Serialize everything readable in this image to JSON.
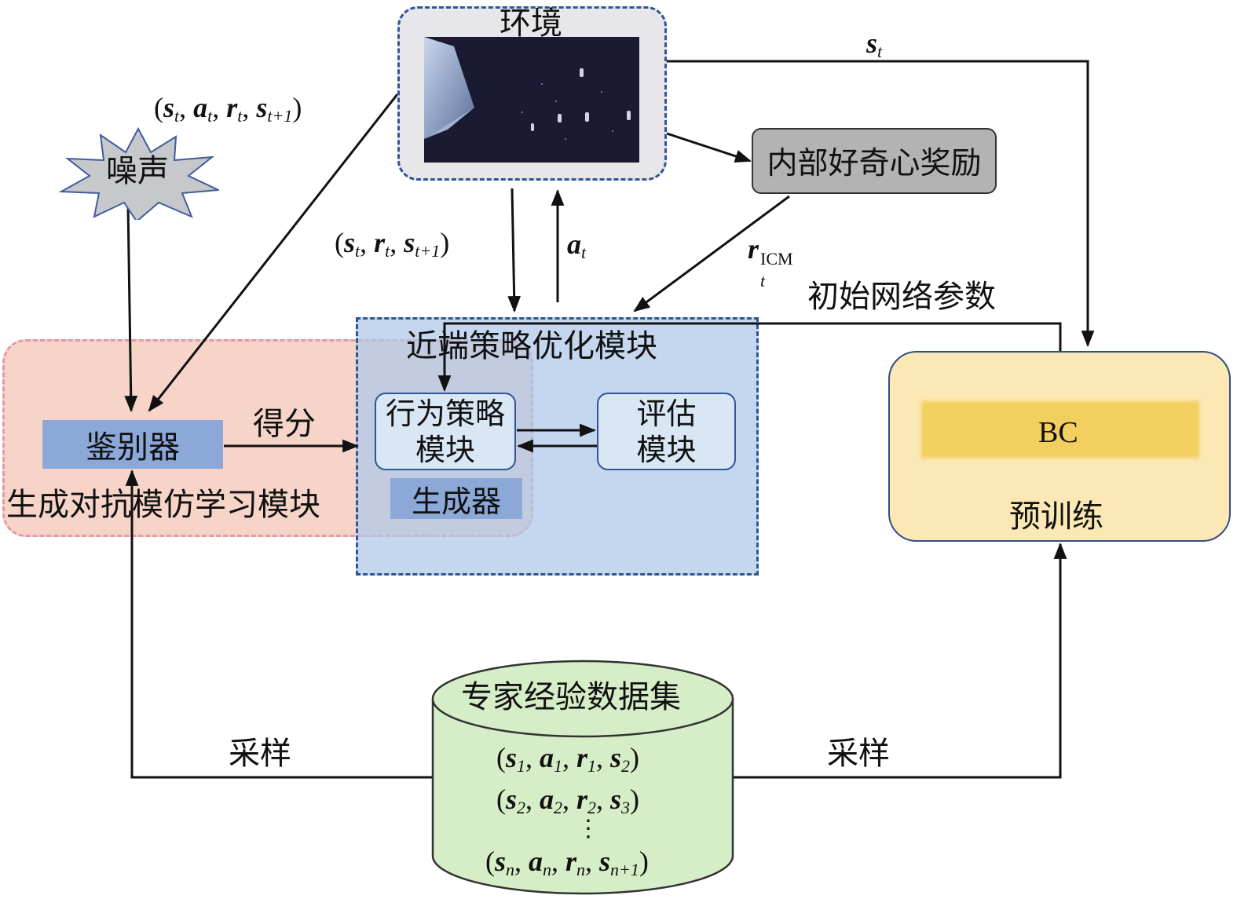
{
  "environment": {
    "title": "环境"
  },
  "noise": {
    "label": "噪声"
  },
  "icm": {
    "label": "内部好奇心奖励"
  },
  "discriminator": {
    "label": "鉴别器"
  },
  "gail": {
    "label": "生成对抗模仿学习模块"
  },
  "ppo": {
    "title": "近端策略优化模块",
    "actor_line1": "行为策略",
    "actor_line2": "模块",
    "critic_line1": "评估",
    "critic_line2": "模块",
    "generator": "生成器"
  },
  "pretrain": {
    "bc": "BC",
    "label": "预训练"
  },
  "dataset": {
    "title": "专家经验数据集",
    "rows": [
      {
        "s": "s",
        "s_sub": "1",
        "a": "a",
        "a_sub": "1",
        "r": "r",
        "r_sub": "1",
        "s2": "s",
        "s2_sub": "2"
      },
      {
        "s": "s",
        "s_sub": "2",
        "a": "a",
        "a_sub": "2",
        "r": "r",
        "r_sub": "2",
        "s2": "s",
        "s2_sub": "3"
      },
      {
        "s": "s",
        "s_sub": "n",
        "a": "a",
        "a_sub": "n",
        "r": "r",
        "r_sub": "n",
        "s2": "s",
        "s2_sub": "n+1"
      }
    ],
    "ellipsis": "⋮"
  },
  "edges": {
    "score": "得分",
    "sample_left": "采样",
    "sample_right": "采样",
    "init_params": "初始网络参数",
    "state": {
      "sym": "s",
      "sub": "t"
    },
    "action": {
      "sym": "a",
      "sub": "t"
    },
    "icm_reward": {
      "sym": "r",
      "sub": "t",
      "sup": "ICM"
    },
    "tuple_full": {
      "s": "s",
      "s_sub": "t",
      "a": "a",
      "a_sub": "t",
      "r": "r",
      "r_sub": "t",
      "s2": "s",
      "s2_sub": "t+1"
    },
    "tuple_srs": {
      "s": "s",
      "s_sub": "t",
      "r": "r",
      "r_sub": "t",
      "s2": "s",
      "s2_sub": "t+1"
    }
  },
  "colors": {
    "gail_fill": "#f7d4c8",
    "ppo_fill": "#adc7e7",
    "module_blue": "#8ca8d8",
    "dataset_fill": "#d6eec7",
    "pretrain_fill": "#fbe8b4",
    "bc_fill": "#f2cf5e",
    "icm_fill": "#b3b3b3"
  }
}
